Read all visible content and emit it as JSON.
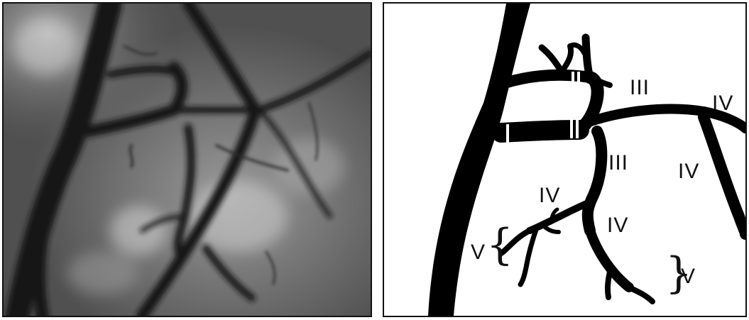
{
  "diagram": {
    "labels": {
      "order_iii_top": "III",
      "order_iv_top": "IV",
      "order_iii_mid": "III",
      "order_iv_right": "IV",
      "order_iv_left": "IV",
      "order_iv_lower": "IV",
      "order_v_left": "V",
      "order_v_right": "V"
    },
    "brace_left": "{",
    "brace_right": "}"
  },
  "colors": {
    "vessel": "#000000",
    "diagram_bg": "#ffffff",
    "photo_tone": "#5a5a5a"
  }
}
